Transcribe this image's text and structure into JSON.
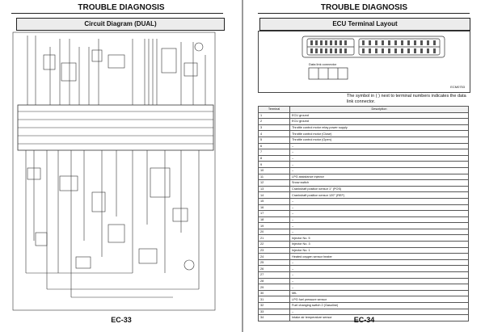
{
  "left_page": {
    "header": "TROUBLE DIAGNOSIS",
    "title": "Circuit Diagram (DUAL)",
    "footer": "EC-33"
  },
  "right_page": {
    "header": "TROUBLE DIAGNOSIS",
    "title": "ECU Terminal Layout",
    "connector_label": "Data link connector",
    "figure_code": "ECM0753",
    "note": "The symbol in ( ) next to terminal numbers indicates the data link connector.",
    "footer": "EC-34",
    "table": {
      "headers": [
        "Terminal",
        "Description"
      ],
      "rows": [
        [
          "1",
          "ECU ground"
        ],
        [
          "2",
          "ECU ground"
        ],
        [
          "3",
          "Throttle control motor relay power supply"
        ],
        [
          "4",
          "Throttle control motor (Close)"
        ],
        [
          "5",
          "Throttle control motor (Open)"
        ],
        [
          "6",
          "–"
        ],
        [
          "7",
          "–"
        ],
        [
          "8",
          "–"
        ],
        [
          "9",
          "–"
        ],
        [
          "10",
          "–"
        ],
        [
          "11",
          "LPG assistance injector"
        ],
        [
          "12",
          "Snow switch"
        ],
        [
          "13",
          "Crankshaft position sensor 1° (POS)"
        ],
        [
          "14",
          "Crankshaft position sensor 120° (REF)"
        ],
        [
          "15",
          "–"
        ],
        [
          "16",
          "–"
        ],
        [
          "17",
          "–"
        ],
        [
          "18",
          "–"
        ],
        [
          "19",
          "–"
        ],
        [
          "20",
          "–"
        ],
        [
          "21",
          "Injector No. 5"
        ],
        [
          "22",
          "Injector No. 3"
        ],
        [
          "23",
          "Injector No. 1"
        ],
        [
          "24",
          "Heated oxygen sensor heater"
        ],
        [
          "25",
          "–"
        ],
        [
          "26",
          "–"
        ],
        [
          "27",
          "–"
        ],
        [
          "28",
          "–"
        ],
        [
          "29",
          "–"
        ],
        [
          "30",
          "MIL"
        ],
        [
          "31",
          "LPG fuel pressure sensor"
        ],
        [
          "32",
          "Fuel changing switch 2 (Gasoline)"
        ],
        [
          "33",
          "–"
        ],
        [
          "34",
          "Intake air temperature sensor"
        ]
      ]
    }
  }
}
